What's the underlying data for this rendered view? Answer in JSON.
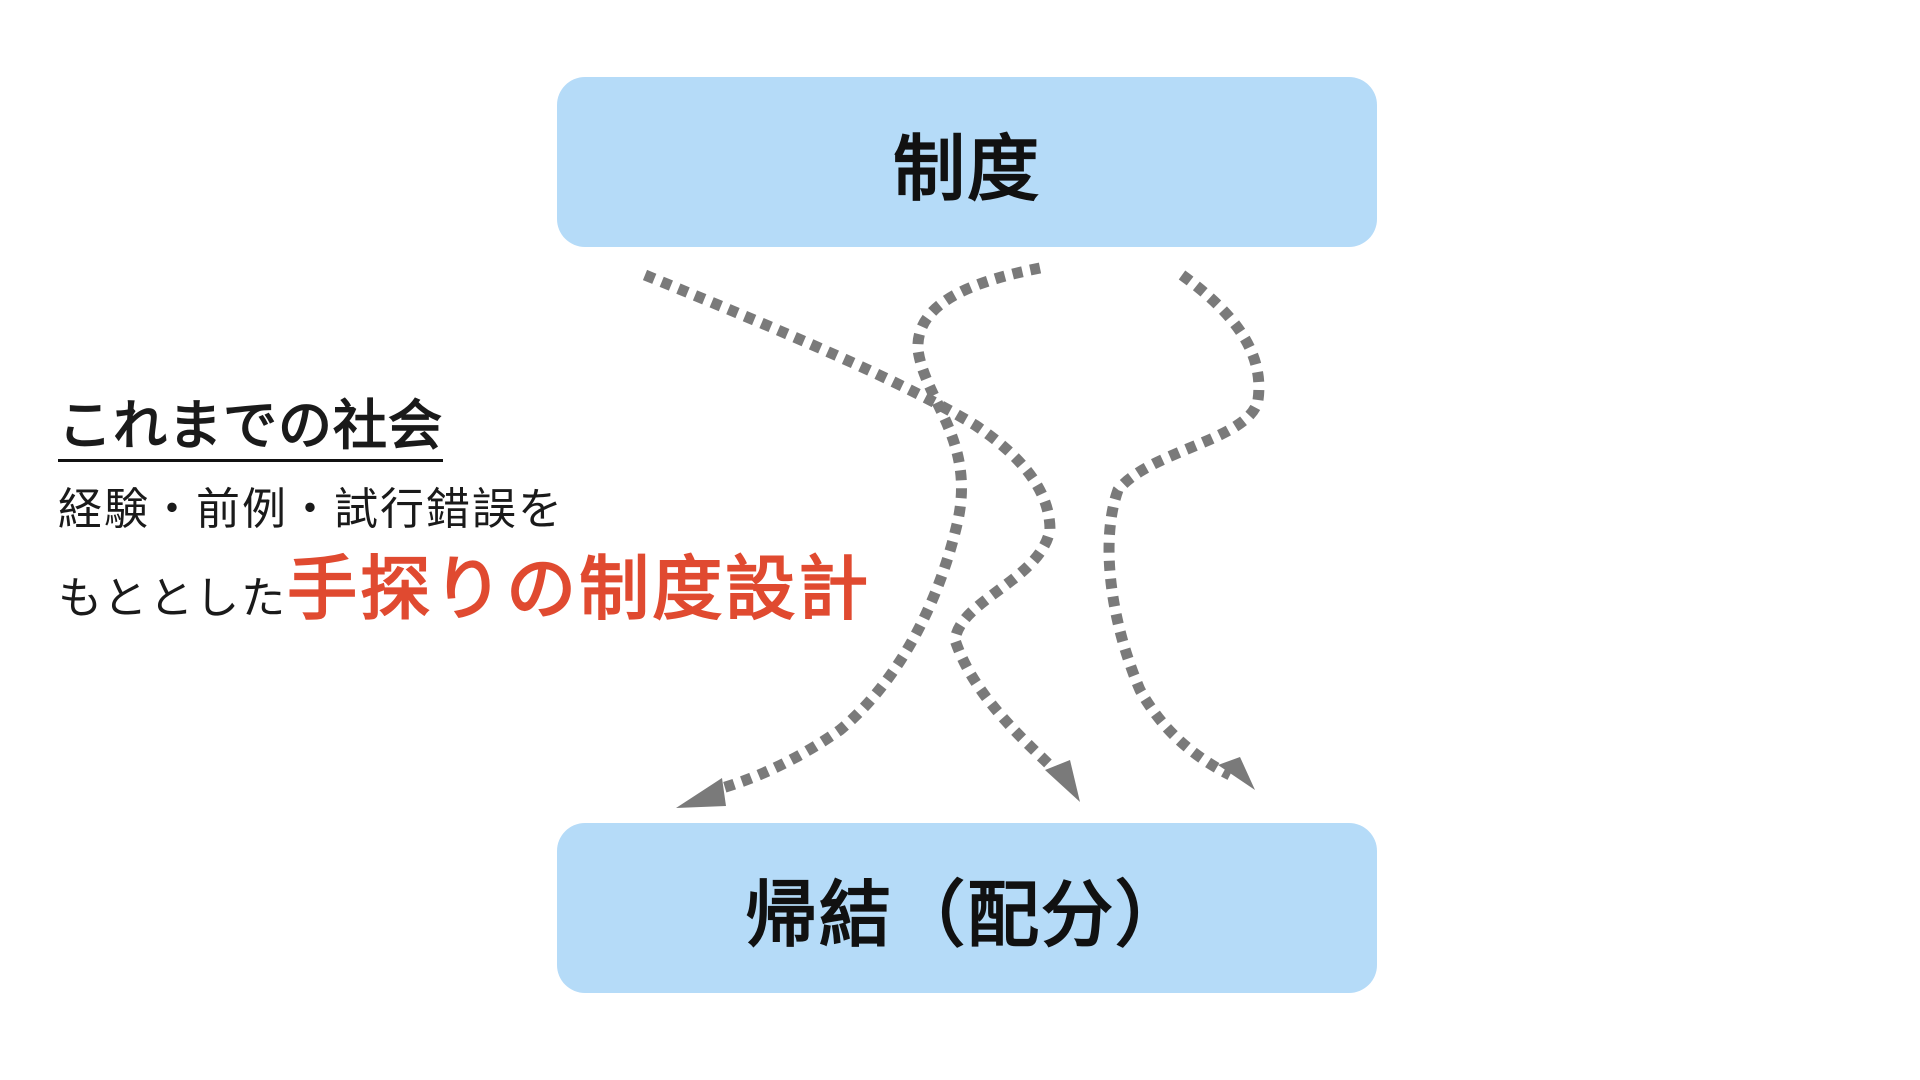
{
  "boxes": {
    "top_label": "制度",
    "bottom_label": "帰結（配分）"
  },
  "caption": {
    "heading": "これまでの社会",
    "line1": "経験・前例・試行錯誤を",
    "line2_prefix": "もととした",
    "line2_emphasis": "手探りの制度設計"
  },
  "colors": {
    "box_fill": "#b5dbf8",
    "arrow": "#7a7a7a",
    "emphasis": "#e04a30"
  }
}
